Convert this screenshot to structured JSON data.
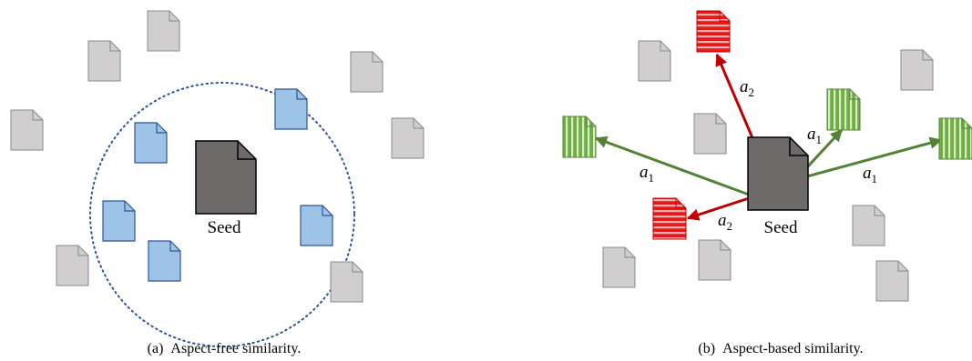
{
  "panels": [
    {
      "seed_label": "Seed",
      "caption": "(a)  Aspect-free similarity."
    },
    {
      "seed_label": "Seed",
      "caption": "(b)  Aspect-based similarity.",
      "arrows": [
        {
          "aspect": "a",
          "index": "2",
          "color": "#c00000"
        },
        {
          "aspect": "a",
          "index": "1",
          "color": "#548235"
        },
        {
          "aspect": "a",
          "index": "1",
          "color": "#548235"
        },
        {
          "aspect": "a",
          "index": "1",
          "color": "#548235"
        },
        {
          "aspect": "a",
          "index": "2",
          "color": "#c00000"
        }
      ]
    }
  ],
  "colors": {
    "seed": "#6e6a6a",
    "neutral_doc": "#d0cece",
    "similar_doc": "#9dc3e6",
    "aspect1_doc": "#a9d18e",
    "aspect2_doc": "#ff7c80",
    "circle": "#2f5597"
  }
}
